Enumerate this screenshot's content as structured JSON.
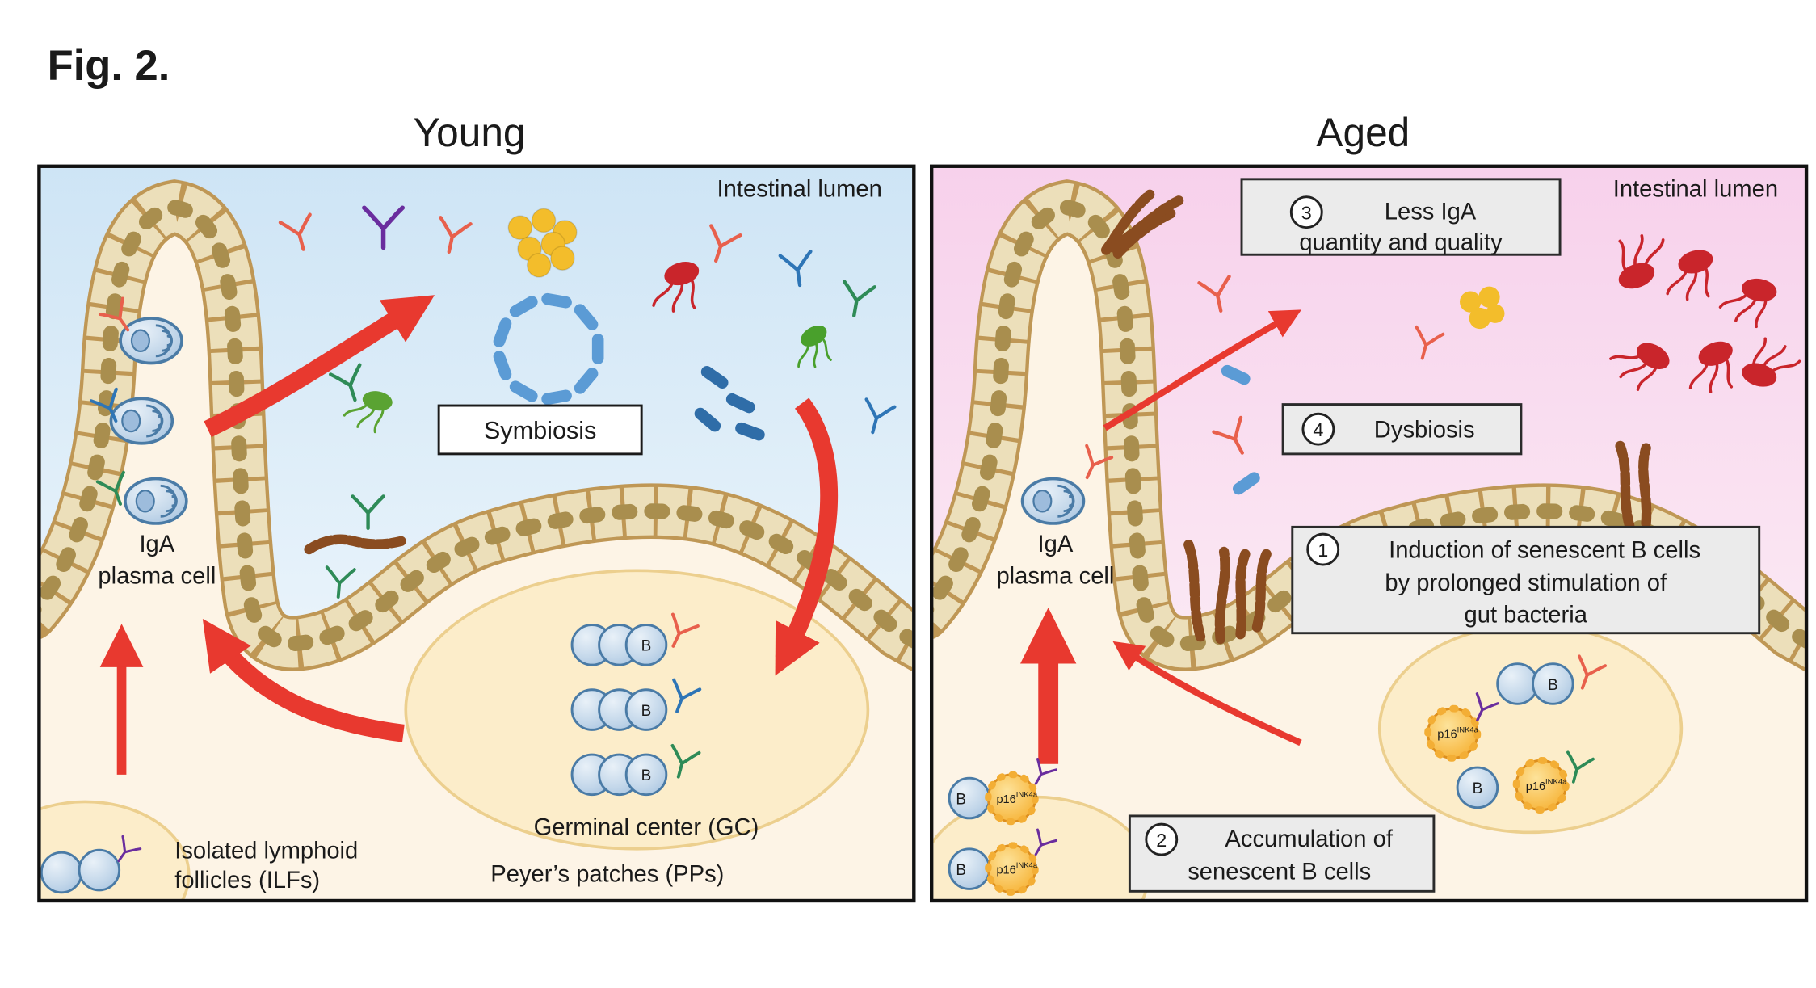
{
  "figure": {
    "label": "Fig. 2."
  },
  "colors": {
    "arrow_red": "#e8392f",
    "lumen_young": "#cde4f5",
    "lumen_aged": "#f7d0eb",
    "epithelium_fill": "#ecdfba",
    "epithelium_border": "#bf9755",
    "nucleus": "#a98e4e",
    "b_cell_blue": "#b9cfe7",
    "senescent_orange": "#f8bd4b",
    "follicle_fill": "#fcedca",
    "callout_box_fill": "#ebebeb"
  },
  "young": {
    "title": "Young",
    "lumen_label": "Intestinal lumen",
    "symbiosis_label": "Symbiosis",
    "iga_line1": "IgA",
    "iga_line2": "plasma cell",
    "gc_label": "Germinal center (GC)",
    "pp_label": "Peyer’s patches (PPs)",
    "ilf_line1": "Isolated lymphoid",
    "ilf_line2": "follicles (ILFs)",
    "b_label": "B"
  },
  "aged": {
    "title": "Aged",
    "lumen_label": "Intestinal lumen",
    "iga_line1": "IgA",
    "iga_line2": "plasma cell",
    "b_label": "B",
    "p16": {
      "base": "p16",
      "sup": "INK4a"
    },
    "box1": {
      "number": "1",
      "lines": [
        "Induction of senescent B cells",
        "by prolonged stimulation of",
        "gut bacteria"
      ]
    },
    "box2": {
      "number": "2",
      "lines": [
        "Accumulation of",
        "senescent B cells"
      ]
    },
    "box3": {
      "number": "3",
      "lines": [
        "Less IgA",
        "quantity and quality"
      ]
    },
    "box4": {
      "number": "4",
      "lines": [
        "Dysbiosis"
      ]
    }
  }
}
